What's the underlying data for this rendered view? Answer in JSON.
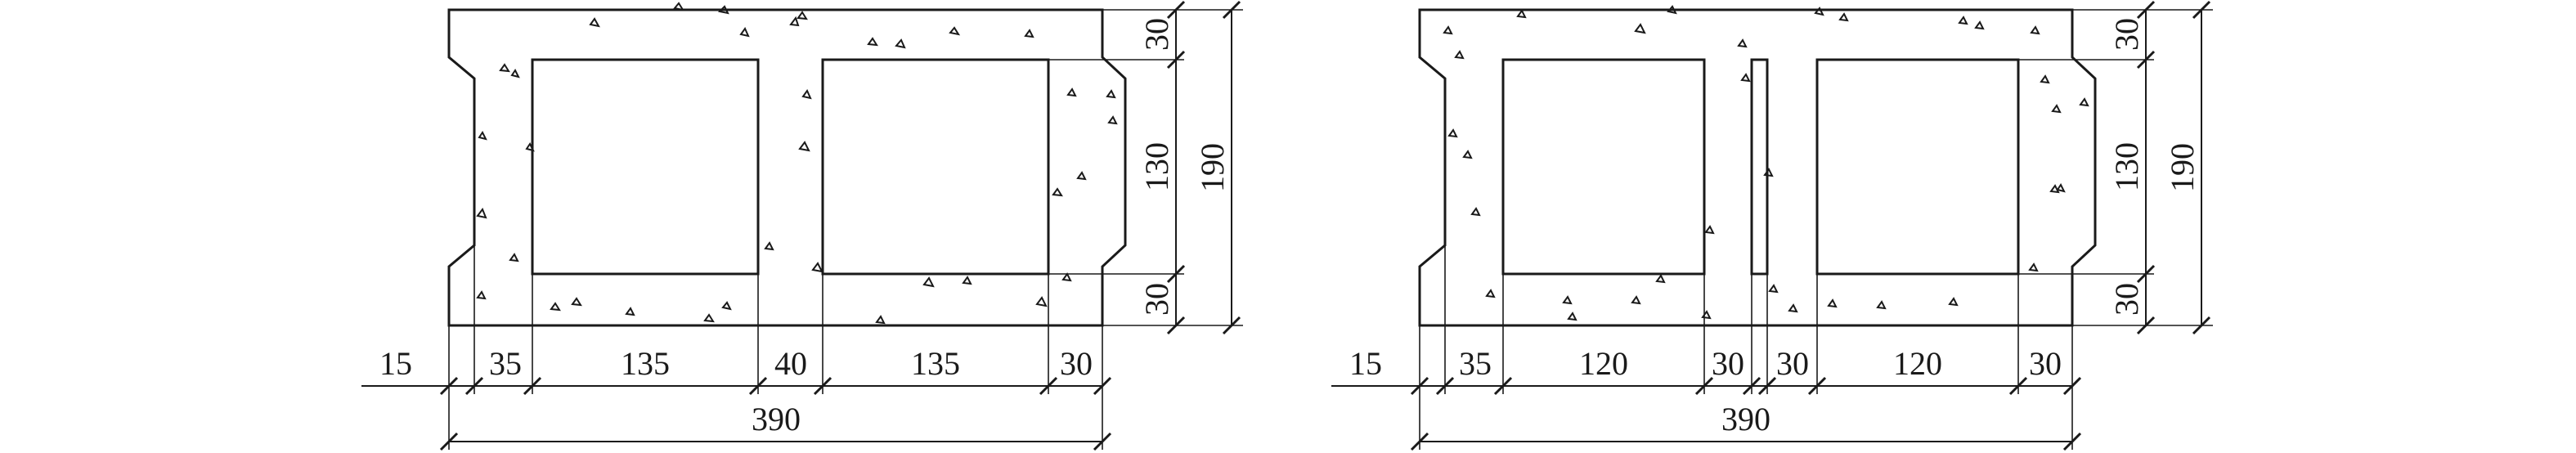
{
  "blocks": [
    {
      "name": "block-two-cavity",
      "horizontal_dimensions": [
        "15",
        "35",
        "135",
        "40",
        "135",
        "30"
      ],
      "overall_width": "390",
      "vertical_dimensions": [
        "30",
        "130",
        "30"
      ],
      "overall_height": "190"
    },
    {
      "name": "block-three-cavity",
      "horizontal_dimensions": [
        "15",
        "35",
        "120",
        "30",
        "30",
        "120",
        "30"
      ],
      "overall_width": "390",
      "vertical_dimensions": [
        "30",
        "130",
        "30"
      ],
      "overall_height": "190"
    }
  ]
}
